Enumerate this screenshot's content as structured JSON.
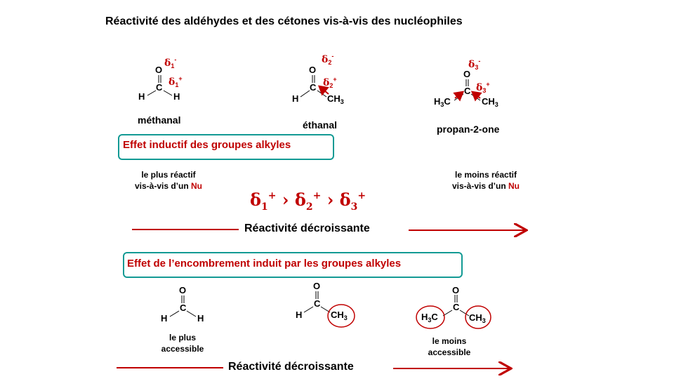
{
  "title": "Réactivité des aldéhydes et des cétones vis-à-vis des nucléophiles",
  "molecules": {
    "methanal": {
      "name": "méthanal",
      "O": "O",
      "C": "C",
      "H_left": "H",
      "H_right": "H",
      "delta_minus": "δ",
      "delta_minus_sub": "1",
      "delta_minus_sup": "-",
      "delta_plus": "δ",
      "delta_plus_sub": "1",
      "delta_plus_sup": "+"
    },
    "ethanal": {
      "name": "éthanal",
      "O": "O",
      "C": "C",
      "H_left": "H",
      "CH3_right": "CH",
      "CH3_sub": "3",
      "delta_minus": "δ",
      "delta_minus_sub": "2",
      "delta_minus_sup": "-",
      "delta_plus": "δ",
      "delta_plus_sub": "2",
      "delta_plus_sup": "+"
    },
    "propanone": {
      "name": "propan-2-one",
      "O": "O",
      "C": "C",
      "H3C_left": "H",
      "H3C_sub": "3",
      "H3C_C": "C",
      "CH3_right": "CH",
      "CH3_sub": "3",
      "delta_minus": "δ",
      "delta_minus_sub": "3",
      "delta_minus_sup": "-",
      "delta_plus": "δ",
      "delta_plus_sub": "3",
      "delta_plus_sup": "+"
    }
  },
  "effect_inductive": "Effet inductif des groupes alkyles",
  "most_reactive": {
    "line1": "le plus réactif",
    "line2": "vis-à-vis d’un ",
    "nu": "Nu"
  },
  "least_reactive": {
    "line1": "le moins réactif",
    "line2": "vis-à-vis d’un ",
    "nu": "Nu"
  },
  "inequality": {
    "delta": "δ",
    "sub1": "1",
    "sub2": "2",
    "sub3": "3",
    "sup": "+",
    "gt": "›"
  },
  "reactivity_label_top": "Réactivité  décroissante",
  "effect_steric": "Effet de l’encombrement induit par les groupes alkyles",
  "steric_molecules": {
    "m1": {
      "O": "O",
      "C": "C",
      "H_left": "H",
      "H_right": "H"
    },
    "m2": {
      "O": "O",
      "C": "C",
      "H_left": "H",
      "CH3": "CH",
      "CH3_sub": "3"
    },
    "m3": {
      "O": "O",
      "C": "C",
      "H3C": "H",
      "H3C_sub": "3",
      "H3C_C": "C",
      "CH3": "CH",
      "CH3_sub": "3"
    }
  },
  "most_accessible": {
    "line1": "le plus",
    "line2": "accessible"
  },
  "least_accessible": {
    "line1": "le moins",
    "line2": "accessible"
  },
  "reactivity_label_bottom": "Réactivité  décroissante",
  "colors": {
    "accent_red": "#c00000",
    "box_teal": "#139a94"
  }
}
